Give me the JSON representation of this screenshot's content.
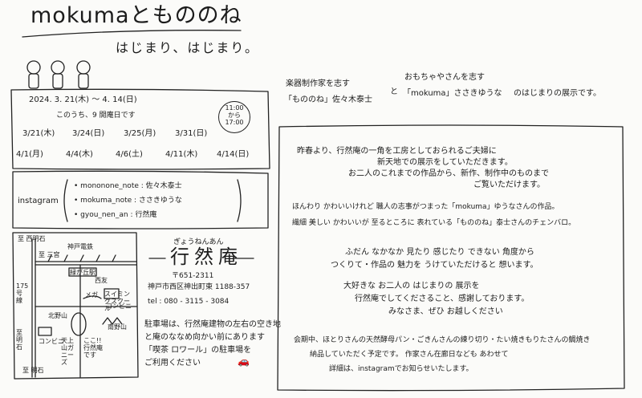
{
  "header": {
    "title": "mokumaともののね",
    "subtitle": "はじまり、はじまり。"
  },
  "dates": {
    "period": "2024. 3. 21(木) 〜 4. 14(日)",
    "open_days": "このうち、9 開庵日です",
    "time": [
      "11:00",
      "から",
      "17:00"
    ],
    "row1": [
      "3/21(木)",
      "3/24(日)",
      "3/25(月)",
      "3/31(日)"
    ],
    "row2": [
      "4/1(月)",
      "4/4(木)",
      "4/6(土)",
      "4/11(木)",
      "4/14(日)"
    ]
  },
  "instagram": {
    "label": "instagram",
    "accounts": [
      {
        "handle": "mononone_note",
        "name": "佐々木泰士"
      },
      {
        "handle": "mokuma_note",
        "name": "ささきゆうな"
      },
      {
        "handle": "gyou_nen_an",
        "name": "行然庵"
      }
    ]
  },
  "map": {
    "to_nishi_akashi": "至 西明石",
    "to_akashi": "至 明石",
    "to_sannomiya": "至 三宮",
    "kobe_line": "神戸電鉄",
    "station": "緑が丘駅",
    "route175": "175号線",
    "seiyu": "西友",
    "mega": "メガ",
    "swing": "スイミングスクール",
    "kitayama": "北野山",
    "konbini": "コンビニ",
    "tenjin": "天上山ガニーズ",
    "here": "ここ!! 行然庵です",
    "minaminoyama": "南野山",
    "konbini2": "コンビニ"
  },
  "venue": {
    "reading": "ぎょうねんあん",
    "name": "行然庵",
    "postal": "〒651-2311",
    "address": "神戸市西区神出町東 1188-357",
    "tel": "tel : 080 - 3115 - 3084"
  },
  "parking": [
    "駐車場は、行然庵建物の左右の空き地",
    "と庵のななめ向かい前にあります",
    "「喫茶 ロワール」の駐車場を",
    "ご利用ください"
  ],
  "intro": {
    "left_1": "楽器制作家を志す",
    "left_2": "「もののね」佐々木泰士",
    "and": "と",
    "right_1": "おもちゃやさんを志す",
    "right_2": "「mokuma」ささきゆうな",
    "right_3": "のはじまりの展示です。"
  },
  "body": {
    "p1": [
      "昨春より、行然庵の一角を工房としておられるご夫婦に",
      "新天地での展示をしていただきます。",
      "お二人のこれまでの作品から、新作、制作中のものまで",
      "ご覧いただけます。"
    ],
    "p2": [
      "ほんわり かわいいけれど 職人の志事がつまった「mokuma」ゆうなさんの作品。",
      "繊細 美しい かわいいが 至るところに 表れている「もののね」泰士さんのチェンバロ。"
    ],
    "p3": [
      "ふだん なかなか 見たり 感じたり できない 角度から",
      "つくりて・作品の 魅力を うけていただけると 想います。"
    ],
    "p4": [
      "大好きな お二人の はじまりの 展示を",
      "行然庵でしてくださること、感謝しております。",
      "みなさま、ぜひ お越しください"
    ],
    "p5": [
      "会期中、ほとりさんの天然酵母パン・ごきんさんの練り切り・たい焼きもりたさんの鯛焼き",
      "納品していただく予定です。 作家さん在廊日なども あわせて",
      "詳細は、instagramでお知らせいたします。"
    ]
  }
}
